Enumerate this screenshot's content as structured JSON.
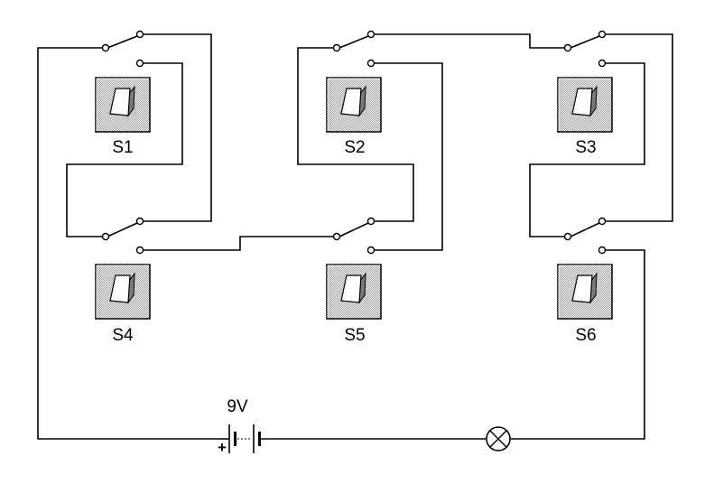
{
  "switches": [
    {
      "label": "S1",
      "icon": "toggle-switch-icon"
    },
    {
      "label": "S2",
      "icon": "toggle-switch-icon"
    },
    {
      "label": "S3",
      "icon": "toggle-switch-icon"
    },
    {
      "label": "S4",
      "icon": "toggle-switch-icon"
    },
    {
      "label": "S5",
      "icon": "toggle-switch-icon"
    },
    {
      "label": "S6",
      "icon": "toggle-switch-icon"
    }
  ],
  "battery": {
    "voltage_label": "9V",
    "positive_label": "+",
    "icon": "battery-icon"
  },
  "lamp": {
    "icon": "lamp-icon"
  }
}
